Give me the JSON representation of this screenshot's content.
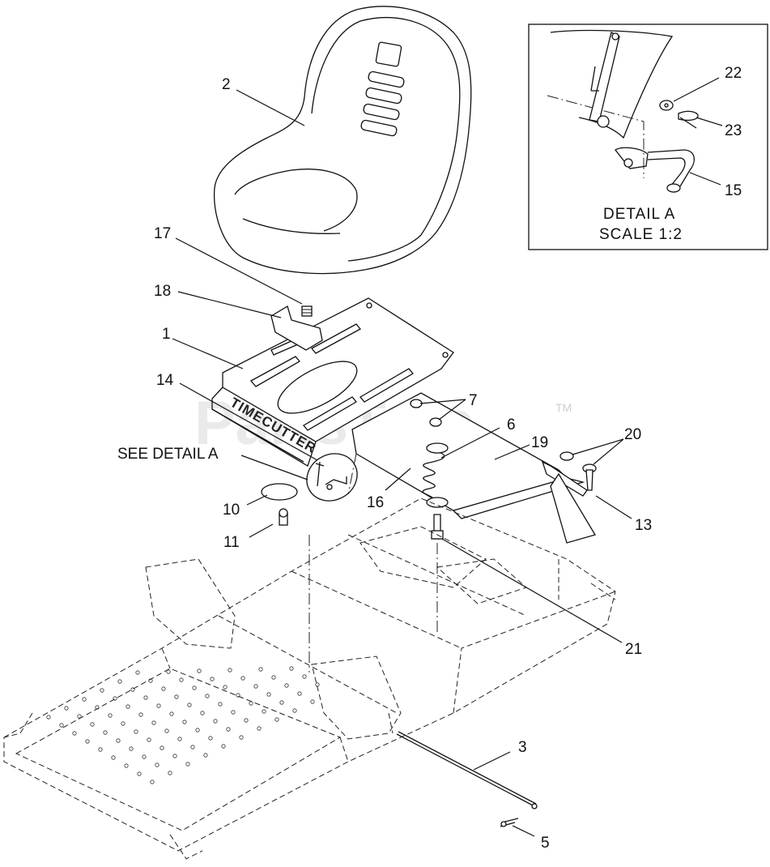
{
  "callouts": [
    {
      "id": "c2",
      "text": "2"
    },
    {
      "id": "c17",
      "text": "17"
    },
    {
      "id": "c18",
      "text": "18"
    },
    {
      "id": "c1",
      "text": "1"
    },
    {
      "id": "c14",
      "text": "14"
    },
    {
      "id": "c7",
      "text": "7"
    },
    {
      "id": "c6",
      "text": "6"
    },
    {
      "id": "c19",
      "text": "19"
    },
    {
      "id": "c20",
      "text": "20"
    },
    {
      "id": "c16",
      "text": "16"
    },
    {
      "id": "c10",
      "text": "10"
    },
    {
      "id": "c11",
      "text": "11"
    },
    {
      "id": "c13",
      "text": "13"
    },
    {
      "id": "c21",
      "text": "21"
    },
    {
      "id": "c3",
      "text": "3"
    },
    {
      "id": "c5",
      "text": "5"
    },
    {
      "id": "c22",
      "text": "22"
    },
    {
      "id": "c23",
      "text": "23"
    },
    {
      "id": "c15",
      "text": "15"
    }
  ],
  "see_detail": "SEE DETAIL A",
  "detail": {
    "title": "DETAIL  A",
    "scale": "SCALE  1:2"
  },
  "brand_decal": "TIMECUTTER",
  "watermark": "PartsTree",
  "watermark_tm": "TM"
}
